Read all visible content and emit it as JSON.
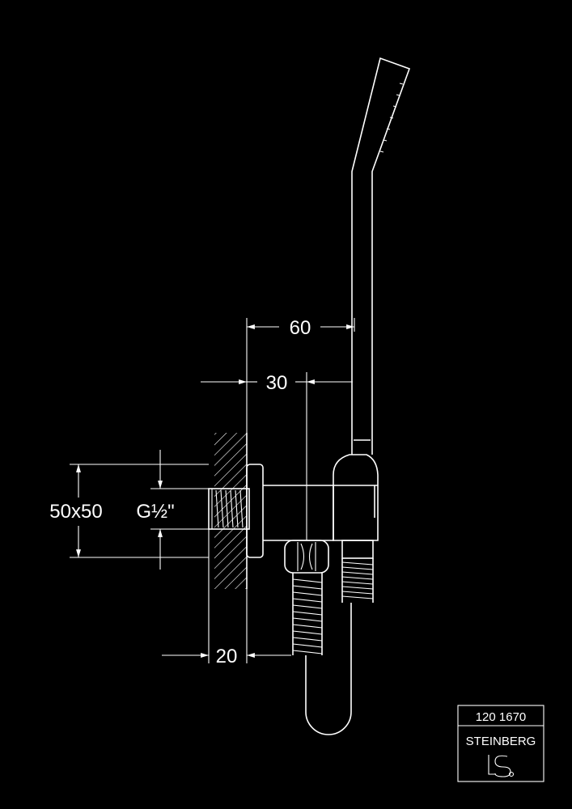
{
  "dimensions": {
    "overall_reach": "60",
    "center_distance": "30",
    "flange_size": "50x50",
    "thread": "G½\"",
    "wall_depth": "20"
  },
  "title_block": {
    "article_number": "120 1670",
    "brand": "STEINBERG"
  },
  "colors": {
    "background": "#000000",
    "line": "#ffffff"
  },
  "icons": {
    "brand_logo": "steinberg-faucet-logo-icon"
  }
}
